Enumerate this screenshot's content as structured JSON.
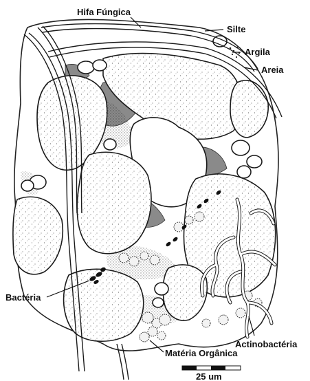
{
  "labels": {
    "hifa_fungica": "Hifa Fúngica",
    "silte": "Silte",
    "argila": "Argila",
    "areia": "Areia",
    "bacteria": "Bactéria",
    "actinobacteria": "Actinobactéria",
    "materia_organica": "Matéria Orgânica"
  },
  "scale_bar": {
    "label": "25 um"
  }
}
